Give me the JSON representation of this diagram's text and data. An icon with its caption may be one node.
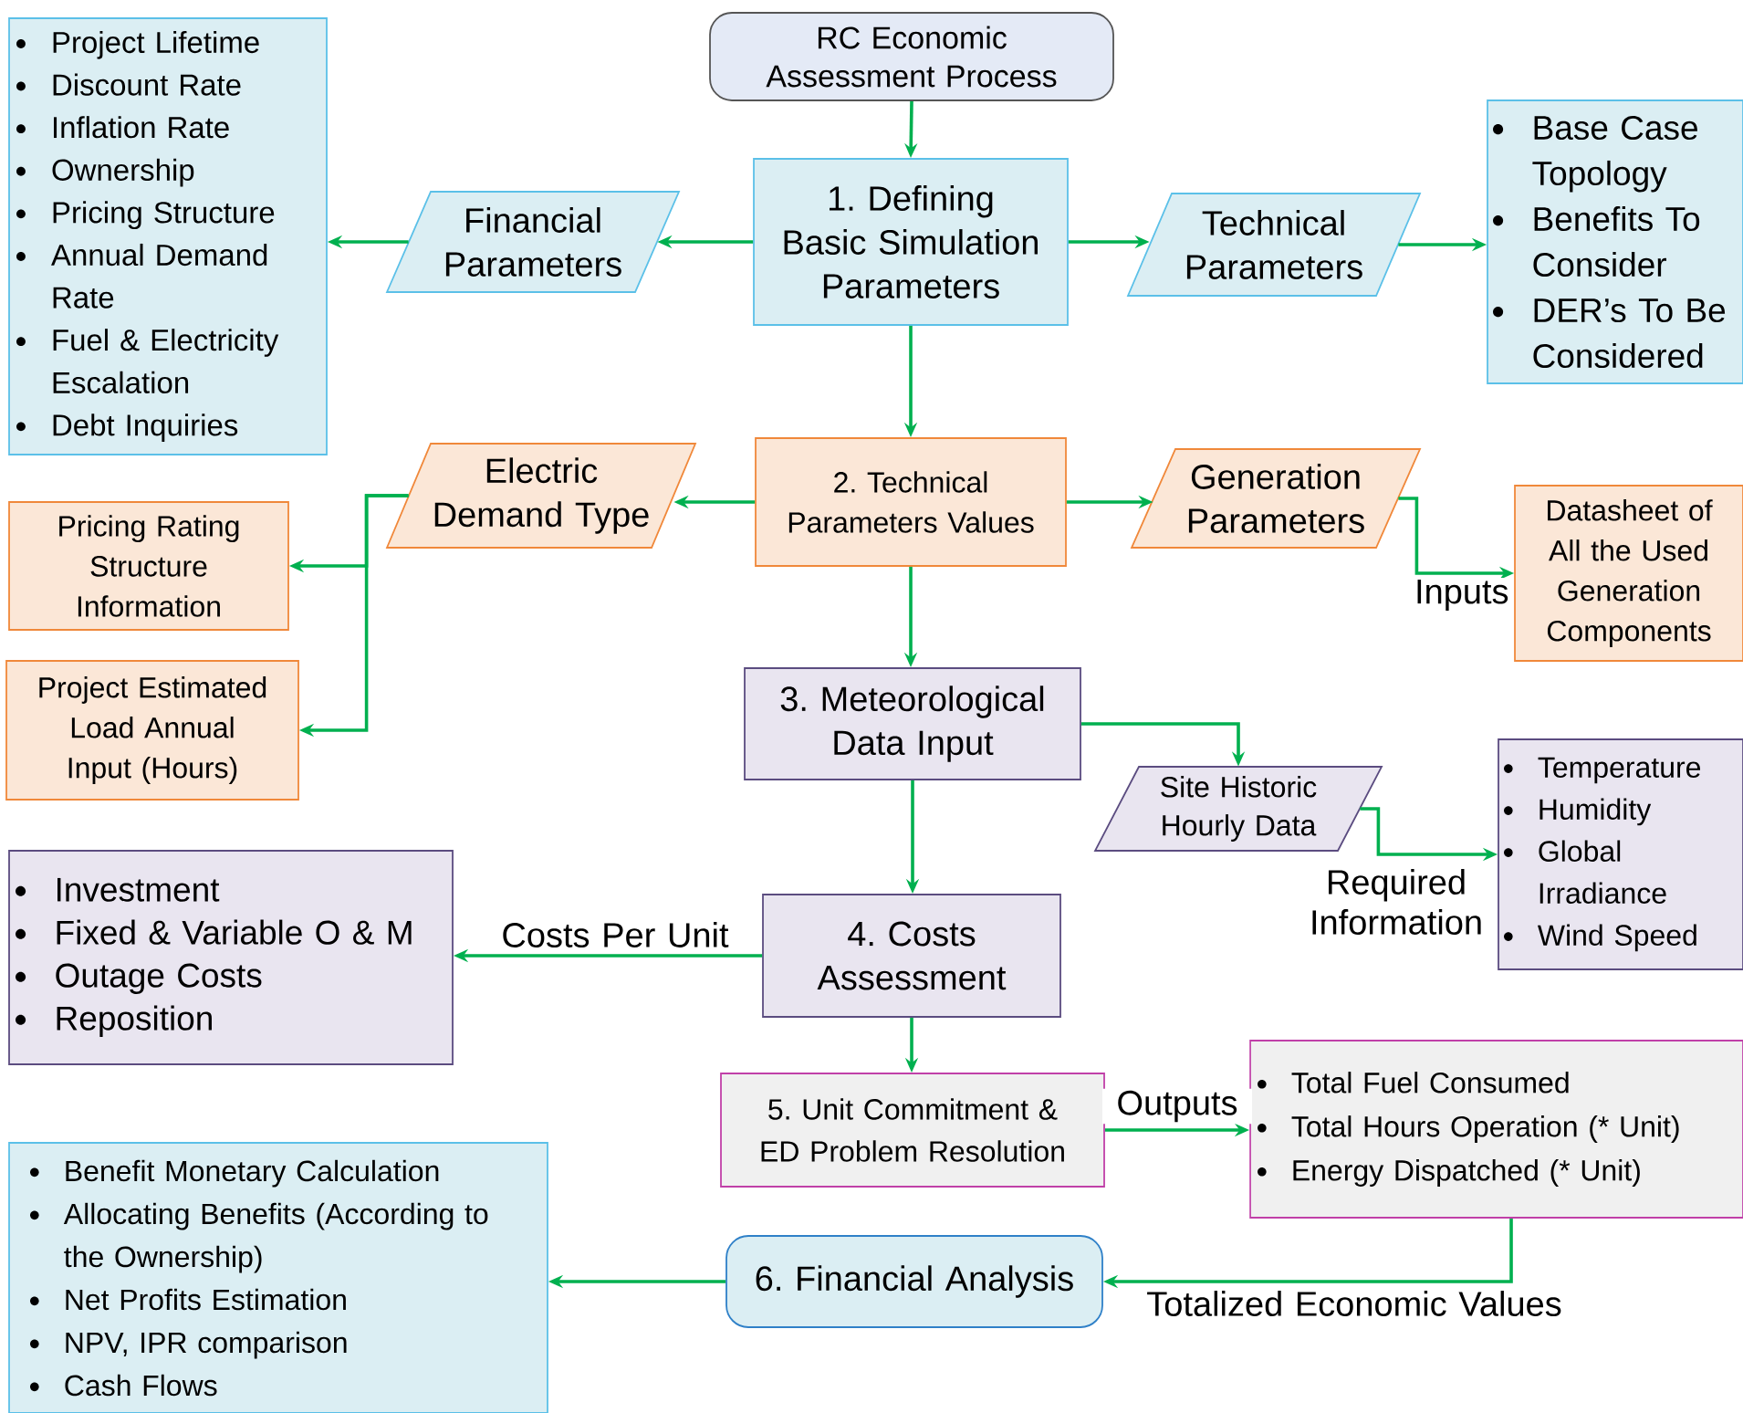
{
  "diagram": {
    "nodes": [
      {
        "text": [
          "RC Economic Assessment Process"
        ]
      },
      {
        "text": [
          "1. Defining Basic Simulation Parameters"
        ]
      },
      {
        "text": [
          "Financial Parameters"
        ]
      },
      {
        "text": [
          "Project Lifetime",
          "Discount Rate",
          "Inflation Rate",
          "Ownership",
          "Pricing Structure",
          "Annual Demand Rate",
          "Fuel & Electricity Escalation",
          "Debt Inquiries"
        ]
      },
      {
        "text": [
          "Technical Parameters"
        ]
      },
      {
        "text": [
          "Base Case Topology",
          "Benefits To Consider",
          "DER’s To Be Considered"
        ]
      },
      {
        "text": [
          "2. Technical Parameters Values"
        ]
      },
      {
        "text": [
          "Electric Demand Type"
        ]
      },
      {
        "text": [
          "Generation Parameters"
        ]
      },
      {
        "text": [
          "Datasheet of All the Used Generation Components"
        ]
      },
      {
        "text": [
          "Pricing Rating Structure Information"
        ]
      },
      {
        "text": [
          "Project Estimated Load Annual Input (Hours)"
        ]
      },
      {
        "text": [
          "3. Meteorological Data Input"
        ]
      },
      {
        "text": [
          "Site Historic Hourly Data"
        ]
      },
      {
        "text": [
          "Temperature",
          "Humidity",
          "Global Irradiance",
          "Wind Speed"
        ]
      },
      {
        "text": [
          "4. Costs Assessment"
        ]
      },
      {
        "text": [
          "Investment",
          "Fixed & Variable O & M",
          "Outage Costs",
          "Reposition"
        ]
      },
      {
        "text": [
          "5. Unit Commitment & ED Problem Resolution"
        ]
      },
      {
        "text": [
          "Total Fuel Consumed",
          "Total Hours Operation (* Unit)",
          "Energy Dispatched (* Unit)"
        ]
      },
      {
        "text": [
          "6. Financial Analysis"
        ]
      },
      {
        "text": [
          "Benefit Monetary Calculation",
          "Allocating Benefits (According to the Ownership)",
          "Net Profits Estimation",
          "NPV, IPR comparison",
          "Cash Flows"
        ]
      }
    ],
    "edges": [
      {
        "from": 0,
        "to": 1,
        "arrow": "to"
      },
      {
        "from": 1,
        "to": 2,
        "arrow": "to"
      },
      {
        "from": 2,
        "to": 3,
        "arrow": "to"
      },
      {
        "from": 1,
        "to": 4,
        "arrow": "to"
      },
      {
        "from": 4,
        "to": 5,
        "arrow": "to"
      },
      {
        "from": 1,
        "to": 6,
        "arrow": "to"
      },
      {
        "from": 6,
        "to": 7,
        "arrow": "to"
      },
      {
        "from": 7,
        "to": 10,
        "arrow": "to"
      },
      {
        "from": 7,
        "to": 11,
        "arrow": "to"
      },
      {
        "from": 6,
        "to": 8,
        "arrow": "to"
      },
      {
        "from": 8,
        "to": 9,
        "arrow": "to",
        "label": "Inputs"
      },
      {
        "from": 6,
        "to": 12,
        "arrow": "to"
      },
      {
        "from": 12,
        "to": 13,
        "arrow": "to"
      },
      {
        "from": 13,
        "to": 14,
        "arrow": "to",
        "label": "Required Information"
      },
      {
        "from": 12,
        "to": 15,
        "arrow": "to"
      },
      {
        "from": 15,
        "to": 16,
        "arrow": "to",
        "label": "Costs Per Unit"
      },
      {
        "from": 15,
        "to": 17,
        "arrow": "to"
      },
      {
        "from": 17,
        "to": 18,
        "arrow": "to",
        "label": "Outputs"
      },
      {
        "from": 18,
        "to": 19,
        "arrow": "to",
        "label": "Totalized Economic Values"
      },
      {
        "from": 19,
        "to": 20,
        "arrow": "to"
      }
    ]
  }
}
